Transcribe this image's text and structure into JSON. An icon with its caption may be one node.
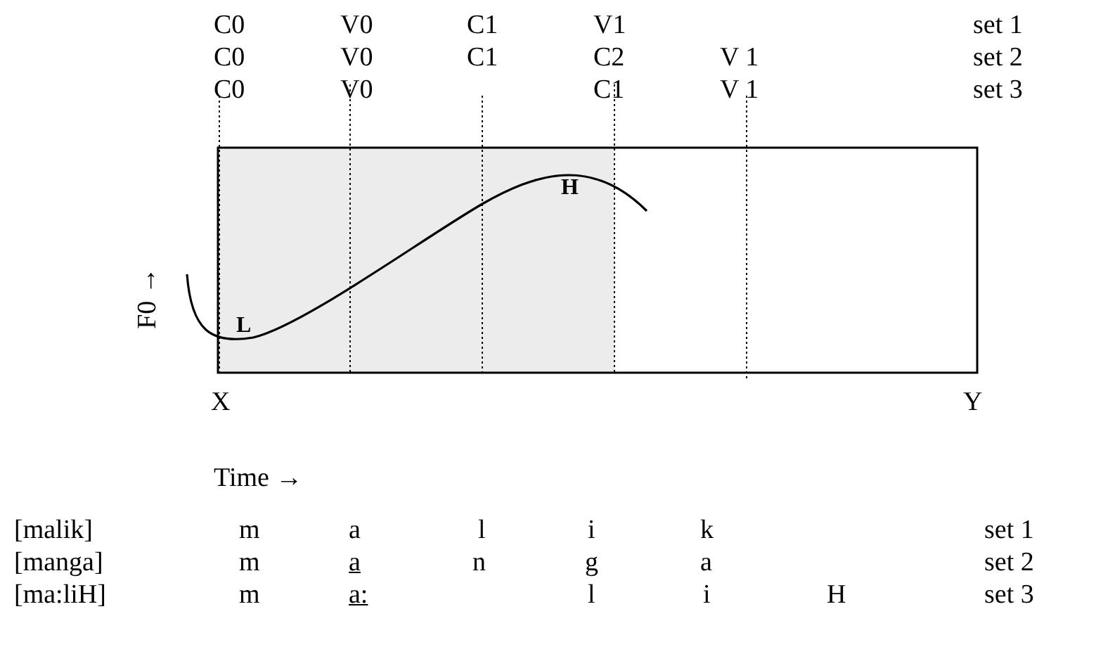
{
  "diagram": {
    "labels": [
      "C0",
      "V0",
      "C1",
      "V1",
      "set 1",
      "C0",
      "V0",
      "C1",
      "C2",
      "V 1",
      "set 2",
      "C0",
      "V0",
      "C1",
      "V 1",
      "set 3",
      "H",
      "F0 →",
      "L",
      "X",
      "Y",
      "Time →",
      "[malik]",
      "m",
      "a",
      "l",
      "i",
      "k",
      "set 1",
      "[manga]",
      "m",
      "a",
      "n",
      "g",
      "a",
      "set 2",
      "[ma:liH]",
      "m",
      "a:",
      "l",
      "i",
      "H",
      "set 3"
    ]
  }
}
